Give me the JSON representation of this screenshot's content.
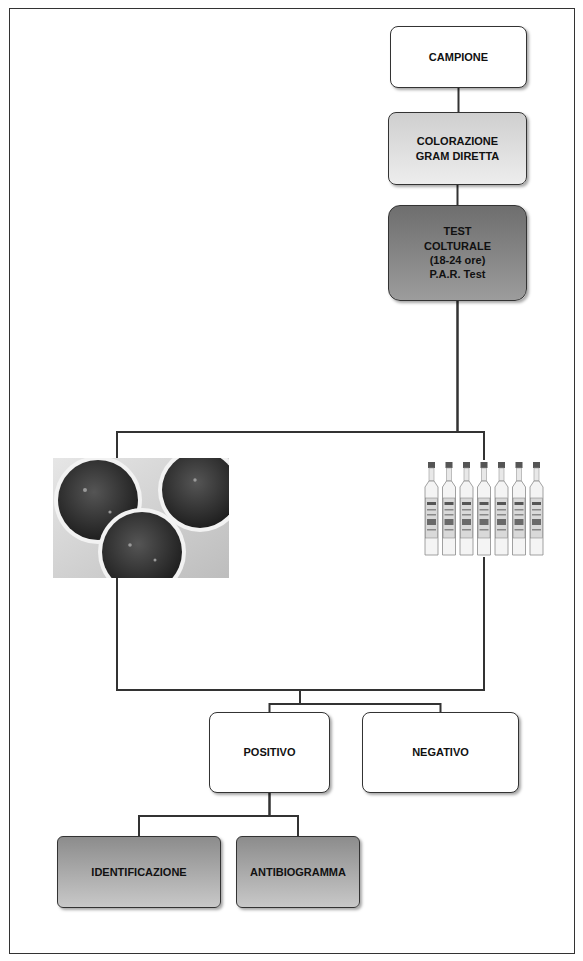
{
  "diagram": {
    "nodes": [
      {
        "text": [
          "CAMPIONE"
        ]
      },
      {
        "text": [
          "COLORAZIONE GRAM DIRETTA"
        ]
      },
      {
        "text": [
          "TEST COLTURALE (18-24 ore) P.A.R. Test"
        ]
      },
      {
        "text": [
          "POSITIVO"
        ]
      },
      {
        "text": [
          "NEGATIVO"
        ]
      },
      {
        "text": [
          "IDENTIFICAZIONE"
        ]
      },
      {
        "text": [
          "ANTIBIOGRAMMA"
        ]
      }
    ],
    "edges": [
      {
        "from": 0,
        "to": 1,
        "arrow": "none"
      },
      {
        "from": 1,
        "to": 2,
        "arrow": "none"
      },
      {
        "from": 2,
        "to": 3,
        "arrow": "none"
      },
      {
        "from": 2,
        "to": 4,
        "arrow": "none"
      },
      {
        "from": 3,
        "to": 5,
        "arrow": "none"
      },
      {
        "from": 3,
        "to": 6,
        "arrow": "none"
      }
    ]
  }
}
